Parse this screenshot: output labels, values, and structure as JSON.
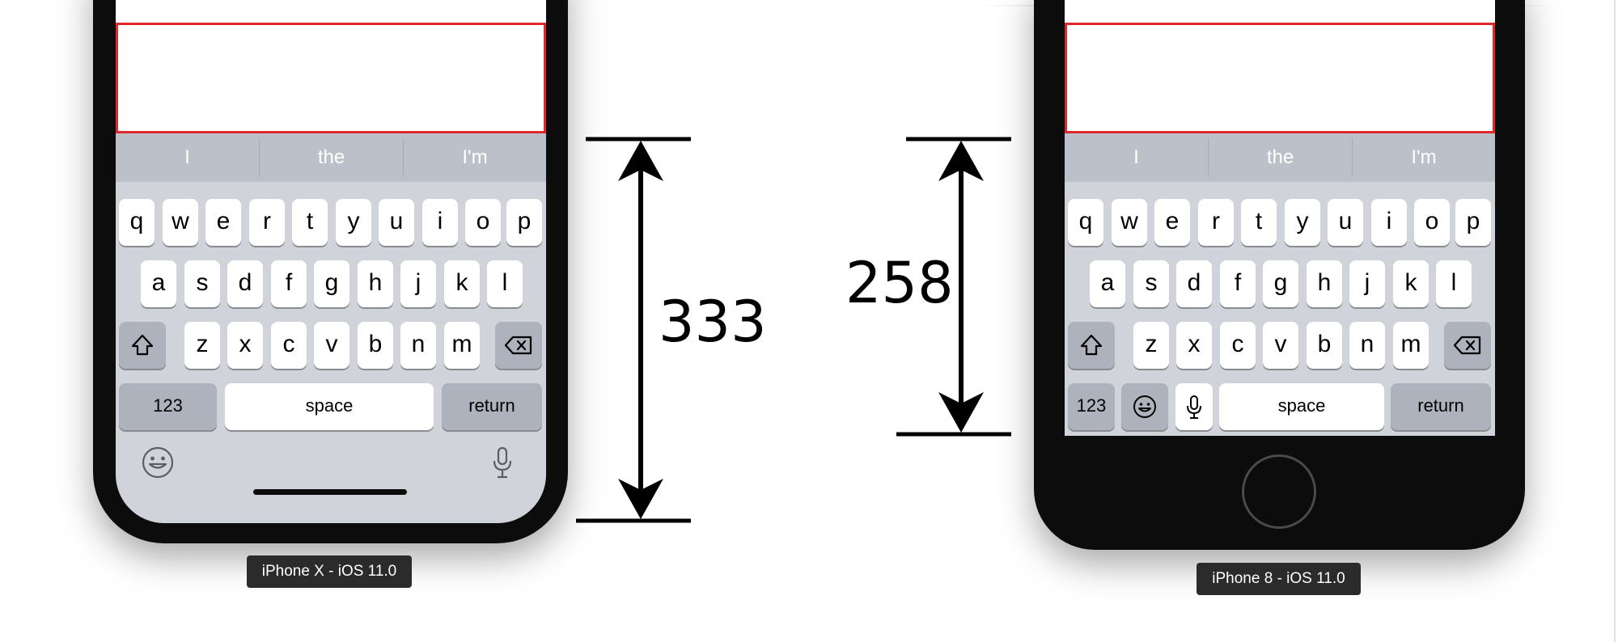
{
  "iphone_x": {
    "caption": "iPhone X - iOS 11.0",
    "keyboard_height": "333",
    "predictions": [
      "I",
      "the",
      "I'm"
    ],
    "rows": [
      [
        "q",
        "w",
        "e",
        "r",
        "t",
        "y",
        "u",
        "i",
        "o",
        "p"
      ],
      [
        "a",
        "s",
        "d",
        "f",
        "g",
        "h",
        "j",
        "k",
        "l"
      ],
      [
        "z",
        "x",
        "c",
        "v",
        "b",
        "n",
        "m"
      ]
    ],
    "numbers_label": "123",
    "space_label": "space",
    "return_label": "return"
  },
  "iphone_8": {
    "caption": "iPhone 8 - iOS 11.0",
    "keyboard_height": "258",
    "predictions": [
      "I",
      "the",
      "I'm"
    ],
    "rows": [
      [
        "q",
        "w",
        "e",
        "r",
        "t",
        "y",
        "u",
        "i",
        "o",
        "p"
      ],
      [
        "a",
        "s",
        "d",
        "f",
        "g",
        "h",
        "j",
        "k",
        "l"
      ],
      [
        "z",
        "x",
        "c",
        "v",
        "b",
        "n",
        "m"
      ]
    ],
    "numbers_label": "123",
    "space_label": "space",
    "return_label": "return"
  },
  "colors": {
    "text_field_border": "#e0282e",
    "keyboard_bg": "#d0d3d9",
    "prediction_bar": "#bcc0c8",
    "function_key": "#adb2bc",
    "phone_body": "#0c0c0c"
  },
  "icons": [
    "shift-icon",
    "backspace-icon",
    "emoji-icon",
    "microphone-icon"
  ]
}
